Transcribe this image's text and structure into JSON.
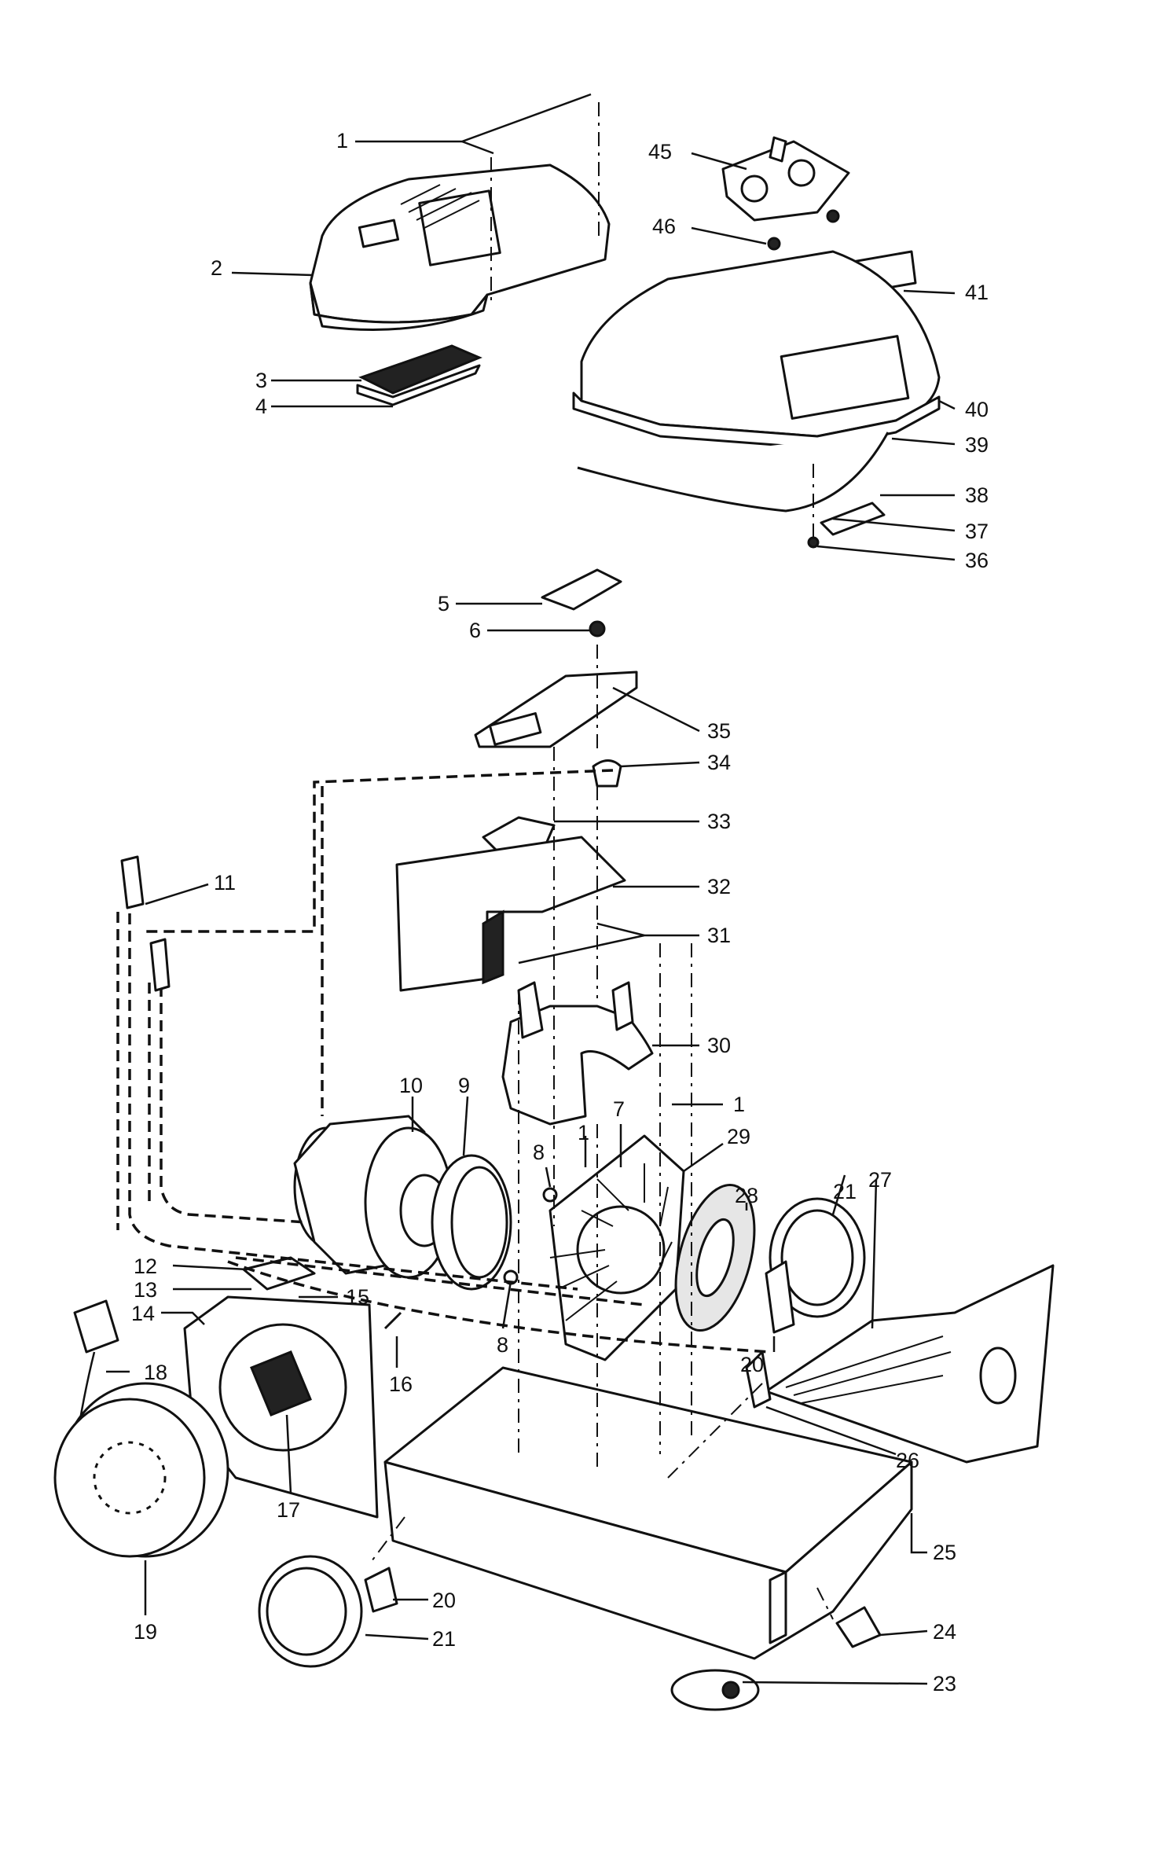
{
  "callouts": {
    "c1a": "1",
    "c2": "2",
    "c3": "3",
    "c4": "4",
    "c5": "5",
    "c6": "6",
    "c7": "7",
    "c8a": "8",
    "c8b": "8",
    "c9": "9",
    "c10": "10",
    "c11": "11",
    "c12": "12",
    "c13": "13",
    "c14": "14",
    "c15": "15",
    "c16": "16",
    "c17": "17",
    "c18": "18",
    "c19": "19",
    "c20a": "20",
    "c20b": "20",
    "c21a": "21",
    "c21b": "21",
    "c23": "23",
    "c24": "24",
    "c25": "25",
    "c26": "26",
    "c27": "27",
    "c28": "28",
    "c29": "29",
    "c30": "30",
    "c31": "31",
    "c32": "32",
    "c33": "33",
    "c34": "34",
    "c35": "35",
    "c36": "36",
    "c37": "37",
    "c38": "38",
    "c39": "39",
    "c40": "40",
    "c41": "41",
    "c45": "45",
    "c46": "46",
    "c1b": "1",
    "c1c": "1"
  },
  "colors": {
    "ink": "#111111",
    "paper": "#ffffff"
  }
}
